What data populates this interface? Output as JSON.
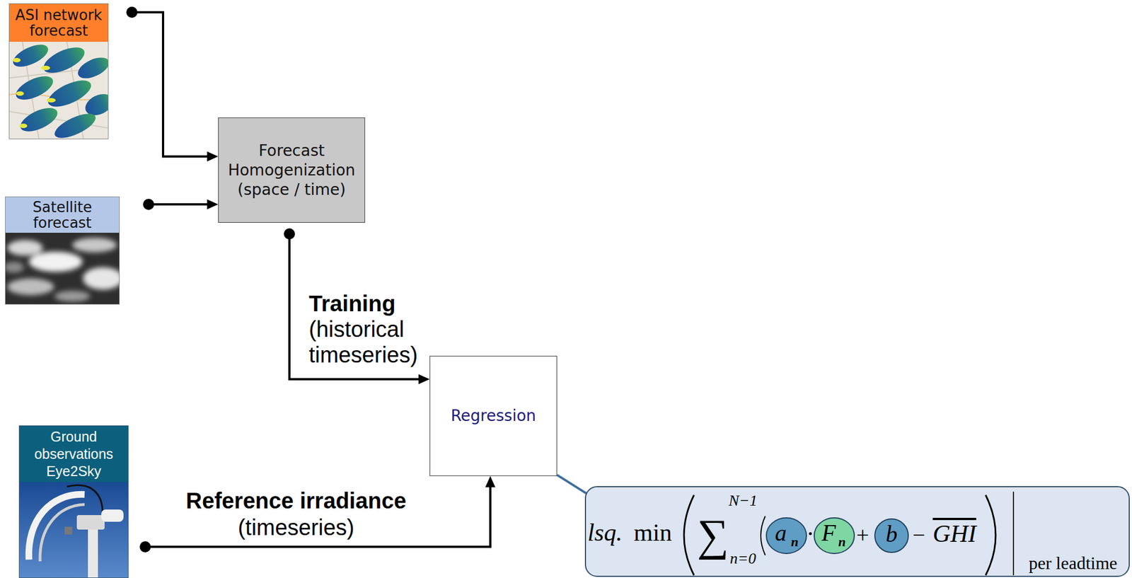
{
  "diagram": {
    "nodes": [
      {
        "text": [
          "ASI network forecast"
        ]
      },
      {
        "text": [
          "Forecast Homogenization (space / time)"
        ]
      },
      {
        "text": [
          "Satellite forecast"
        ]
      },
      {
        "text": [
          "Regression"
        ]
      },
      {
        "text": [
          "Ground observations Eye2Sky"
        ]
      },
      {
        "text": [
          "lsq.",
          "min",
          "∑",
          "N−1",
          "n=0",
          "a",
          "n",
          "·",
          "F",
          "n",
          "+",
          "b",
          "−",
          "GHI",
          "per leadtime"
        ]
      }
    ],
    "edges": [
      {
        "from": 0,
        "to": 1,
        "arrow": "to"
      },
      {
        "from": 2,
        "to": 1,
        "arrow": "to"
      },
      {
        "from": 1,
        "to": 3,
        "arrow": "to",
        "label": "Training"
      },
      {
        "from": 4,
        "to": 3,
        "arrow": "to",
        "label": "Reference irradiance"
      },
      {
        "from": 3,
        "to": 5,
        "arrow": "none"
      }
    ],
    "labels": [
      "(historical timeseries)",
      "(timeseries)"
    ]
  }
}
